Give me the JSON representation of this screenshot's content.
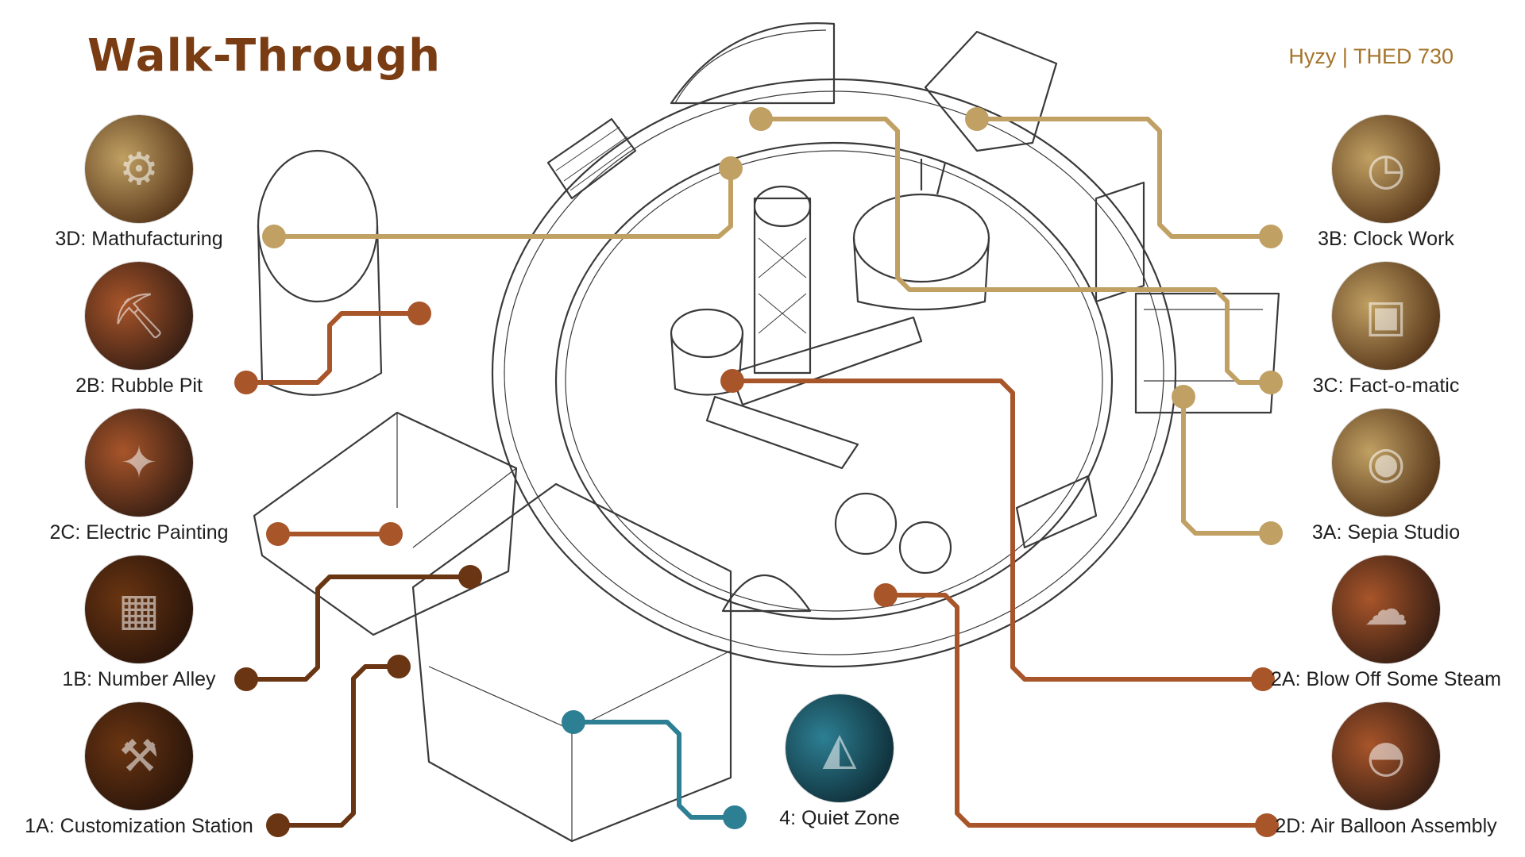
{
  "header": {
    "title": "Walk-Through",
    "credit": "Hyzy | THED 730"
  },
  "colors": {
    "title": "#7a3c12",
    "gold": "#c1a063",
    "rust": "#a8552a",
    "dark_brown": "#6a3512",
    "teal": "#2d7f93",
    "sketch": "#3a3a3a"
  },
  "stops": [
    {
      "id": "3D",
      "label": "3D: Mathufacturing",
      "color": "#c1a063",
      "theme": "workshop-icon"
    },
    {
      "id": "2B",
      "label": "2B: Rubble Pit",
      "color": "#a8552a",
      "theme": "catapult-icon"
    },
    {
      "id": "2C",
      "label": "2C: Electric Painting",
      "color": "#a8552a",
      "theme": "glow-floor-icon"
    },
    {
      "id": "1B",
      "label": "1B: Number Alley",
      "color": "#6a3512",
      "theme": "brick-alley-icon"
    },
    {
      "id": "1A",
      "label": "1A: Customization Station",
      "color": "#6a3512",
      "theme": "station-icon"
    },
    {
      "id": "3B",
      "label": "3B: Clock Work",
      "color": "#c1a063",
      "theme": "clock-icon"
    },
    {
      "id": "3C",
      "label": "3C: Fact-o-matic",
      "color": "#c1a063",
      "theme": "machine-icon"
    },
    {
      "id": "3A",
      "label": "3A: Sepia Studio",
      "color": "#c1a063",
      "theme": "camera-icon"
    },
    {
      "id": "2A",
      "label": "2A: Blow Off Some Steam",
      "color": "#a8552a",
      "theme": "steam-icon"
    },
    {
      "id": "2D",
      "label": "2D: Air Balloon Assembly",
      "color": "#a8552a",
      "theme": "balloon-icon"
    },
    {
      "id": "4",
      "label": "4: Quiet Zone",
      "color": "#2d7f93",
      "theme": "slide-icon"
    }
  ]
}
